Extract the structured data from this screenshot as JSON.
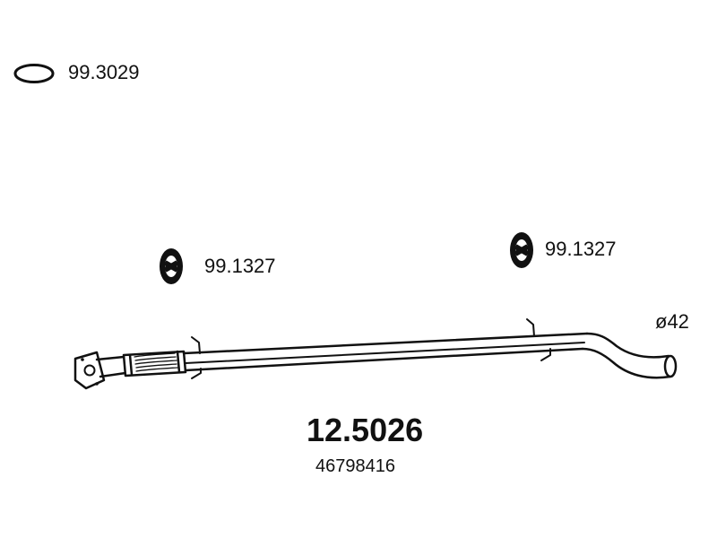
{
  "parts": {
    "gasket": {
      "code": "99.3029",
      "icon": "ring-gasket-icon"
    },
    "hanger_left": {
      "code": "99.1327",
      "icon": "rubber-hanger-icon"
    },
    "hanger_right": {
      "code": "99.1327",
      "icon": "rubber-hanger-icon"
    }
  },
  "pipe": {
    "diameter_label": "ø42",
    "part_number": "12.5026",
    "oem_number": "46798416"
  },
  "colors": {
    "line": "#111111",
    "background": "#ffffff"
  }
}
